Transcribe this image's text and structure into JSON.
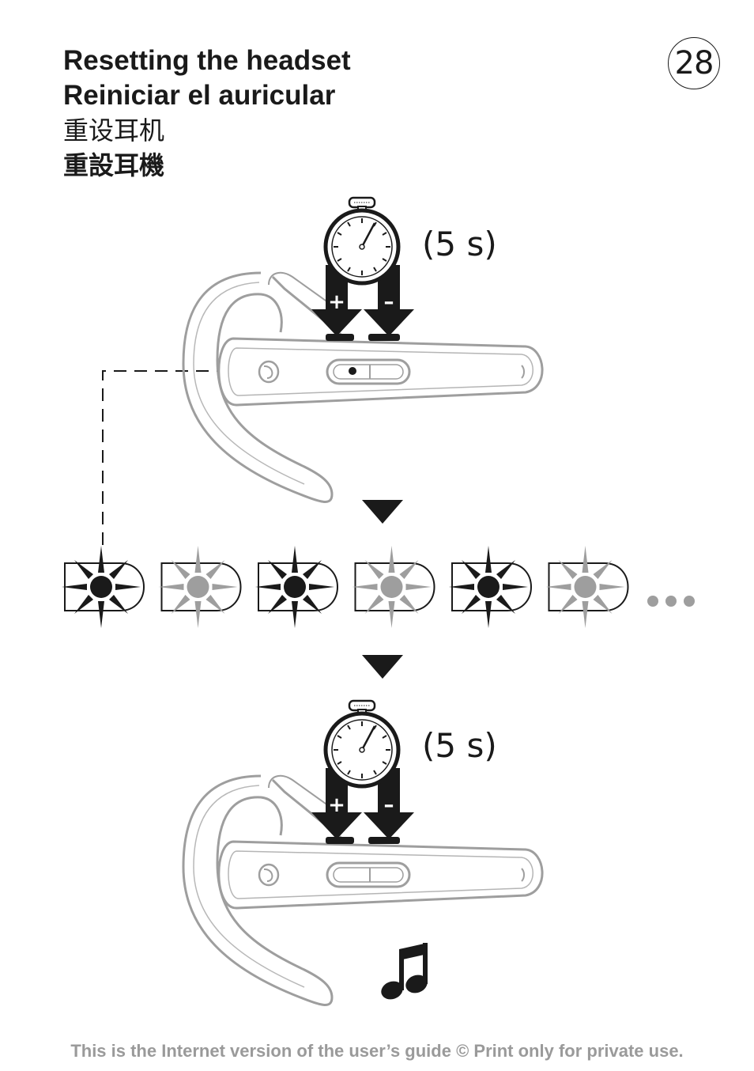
{
  "page": {
    "number": "28"
  },
  "titles": {
    "en": "Resetting the headset",
    "es": "Reiniciar el auricular",
    "zh_simplified": "重设耳机",
    "zh_traditional": "重設耳機"
  },
  "steps": {
    "first_hold_duration": "(5 s)",
    "second_hold_duration": "(5 s)",
    "plus_sign": "+",
    "minus_sign": "–"
  },
  "indicator": {
    "flash_sequence": [
      "dark",
      "light",
      "dark",
      "light",
      "dark",
      "light"
    ],
    "continuation": "...",
    "colors": {
      "dark": "#1a1a1a",
      "light": "#9e9e9e"
    }
  },
  "footer": {
    "text": "This is the Internet version of the user’s guide © Print only for private use."
  }
}
